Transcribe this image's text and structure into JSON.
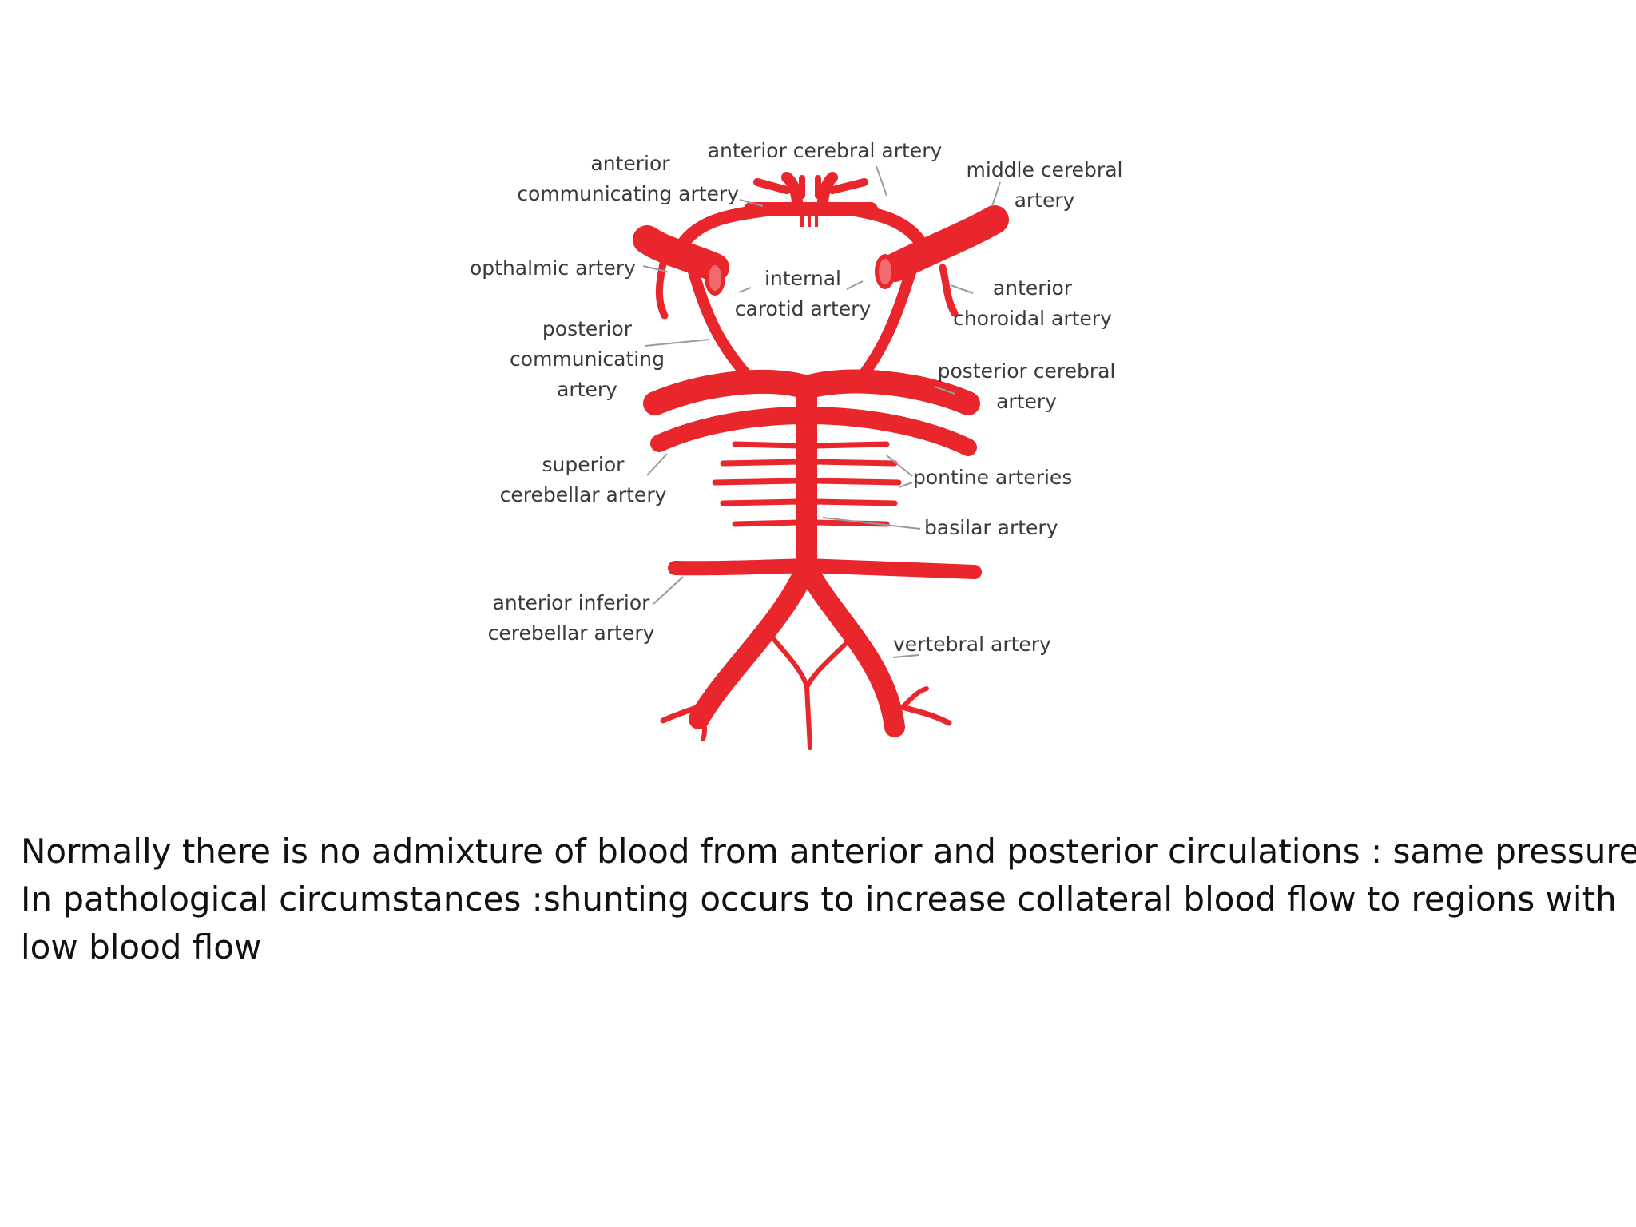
{
  "diagram": {
    "artery_color": "#e8262b",
    "labels": {
      "anterior_communicating": [
        "anterior",
        "communicating artery"
      ],
      "anterior_cerebral": [
        "anterior cerebral artery"
      ],
      "middle_cerebral": [
        "middle cerebral",
        "artery"
      ],
      "opthalmic": [
        "opthalmic artery"
      ],
      "internal_carotid": [
        "internal",
        "carotid artery"
      ],
      "anterior_choroidal": [
        "anterior",
        "choroidal artery"
      ],
      "posterior_communicating": [
        "posterior",
        "communicating",
        "artery"
      ],
      "posterior_cerebral": [
        "posterior cerebral",
        "artery"
      ],
      "superior_cerebellar": [
        "superior",
        "cerebellar artery"
      ],
      "pontine": [
        "pontine arteries"
      ],
      "basilar": [
        "basilar artery"
      ],
      "anterior_inferior_cerebellar": [
        "anterior inferior",
        "cerebellar artery"
      ],
      "vertebral": [
        "vertebral artery"
      ]
    }
  },
  "caption": {
    "line1": "Normally there is no admixture of blood from anterior and posterior circulations : same pressure",
    "line2": "In pathological circumstances :shunting occurs to increase collateral blood flow to regions with",
    "line3": "low  blood flow"
  }
}
